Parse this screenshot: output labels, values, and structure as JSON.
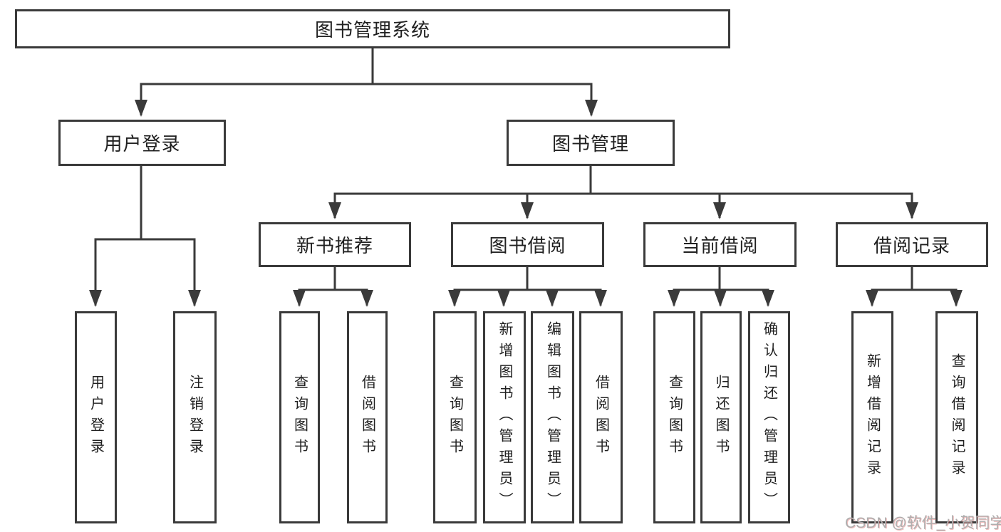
{
  "diagram": {
    "type": "hierarchy-tree",
    "title": "图书管理系统",
    "children": [
      {
        "label": "用户登录",
        "children": [
          {
            "label": "用户登录"
          },
          {
            "label": "注销登录"
          }
        ]
      },
      {
        "label": "图书管理",
        "children": [
          {
            "label": "新书推荐",
            "children": [
              {
                "label": "查询图书"
              },
              {
                "label": "借阅图书"
              }
            ]
          },
          {
            "label": "图书借阅",
            "children": [
              {
                "label": "查询图书"
              },
              {
                "label": "新增图书（管理员）"
              },
              {
                "label": "编辑图书（管理员）"
              },
              {
                "label": "借阅图书"
              }
            ]
          },
          {
            "label": "当前借阅",
            "children": [
              {
                "label": "查询图书"
              },
              {
                "label": "归还图书"
              },
              {
                "label": "确认归还（管理员）"
              }
            ]
          },
          {
            "label": "借阅记录",
            "children": [
              {
                "label": "新增借阅记录"
              },
              {
                "label": "查询借阅记录"
              }
            ]
          }
        ]
      }
    ]
  },
  "watermark": "CSDN @软件_小贺同学",
  "colors": {
    "line": "#3a3a3a",
    "box_border": "#3a3a3a",
    "text": "#202020",
    "watermark_text": "#aeaeae",
    "background": "#ffffff"
  }
}
